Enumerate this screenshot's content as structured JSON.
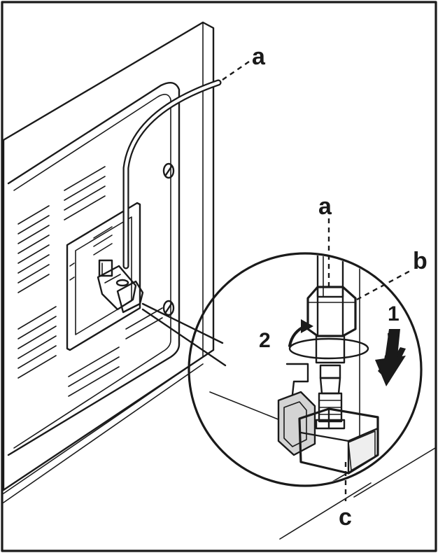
{
  "labels": {
    "hose_top": "a",
    "hose_detail": "a",
    "nut": "b",
    "connector": "c",
    "step_1": "1",
    "step_2": "2"
  },
  "icons": {
    "push_arrow": "arrow-down-icon",
    "turn_arrow": "rotate-icon"
  },
  "colors": {
    "ink": "#1a1a1a",
    "paper": "#ffffff",
    "shade": "#d4d4d4"
  }
}
